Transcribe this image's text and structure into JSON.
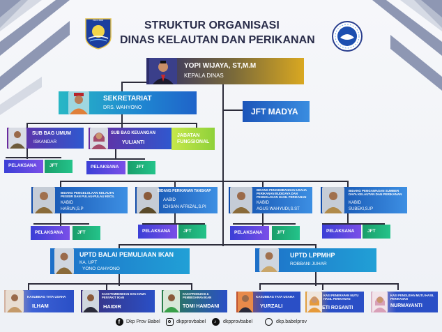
{
  "header": {
    "title_line1": "STRUKTUR ORGANISASI",
    "title_line2": "DINAS KELAUTAN DAN PERIKANAN",
    "left_logo_text": "PROV.BBB"
  },
  "kepala": {
    "name": "YOPI WIJAYA, ST,M.M",
    "title": "KEPALA DINAS"
  },
  "sekretariat": {
    "label": "SEKRETARIAT",
    "name": "DRS. WAHYONO"
  },
  "jft_madya": "JFT MADYA",
  "sub_umum": {
    "label": "SUB BAG UMUM",
    "name": "ISKANDAR"
  },
  "sub_keuangan": {
    "label": "SUB BAG KEUANGAN",
    "name": "YULIANTI"
  },
  "jabatan_fungsional": {
    "line1": "JABATAN",
    "line2": "FUNGSIONAL"
  },
  "pelaksana": "PELAKSANA",
  "jft": "JFT",
  "bidang": [
    {
      "title": "BIDANG PENGELOLAAN KELAUTN PESISIR DAN PULAU-PULAU KECIL",
      "kabid": "KABID",
      "name": "HARUN,S.P"
    },
    {
      "title": "BIDANG PERIKANAN TANGKAP",
      "kabid": "AABID",
      "name": "ICHSAN AFRIZAL,S.PI"
    },
    {
      "title": "BIDANG PENGEMBANGAN USAHA PERIKANAN BUDIDAYA DAN PENGOLAHAN HASIL PERIKANAN",
      "kabid": "KABID",
      "name": "AGUS WAHYUDI,S.ST"
    },
    {
      "title": "BIDANG PENGAWASAN SUMBER DAYA KELAUTAN DAN PERIKANAN",
      "kabid": "KABID",
      "name": "SUBEKI,S.IP"
    }
  ],
  "uptd_bpi": {
    "label": "UPTD BALAI PEMULIAAN IKAN",
    "role": "KA. UPT",
    "name": "YONO CAHYONO"
  },
  "uptd_lppmhp": {
    "label": "UPTD LPPMHP",
    "name": "ROBBANI JUHAR"
  },
  "staff": [
    {
      "role": "KASUBBAG TATA USAHA",
      "name": "ILHAM"
    },
    {
      "role": "KASI PEMBENIHAN DAN HAMA PENYAKIT IKAN",
      "name": "HAIDIR"
    },
    {
      "role": "KASI PRODUKSI & PEMBESARAN IKAN",
      "name": "TOMI HAMDANI"
    },
    {
      "role": "KASUBBAG TATA USAHA",
      "name": "YURZALI"
    },
    {
      "role": "KASI PENERAPAN MUTU HASIL PERIKANAN",
      "name": "ETI ROSANTI"
    },
    {
      "role": "KASI PENGUJIAN MUTU HASIL PERIKANAN",
      "name": "NURMAYANTI"
    }
  ],
  "footer": {
    "facebook": "Dkp Prov Babel",
    "instagram": "dkpprovbabel",
    "tiktok": "dkpprovbabel",
    "web": "dkp.babelprov"
  },
  "colors": {
    "navy": "#24306e",
    "blue": "#1f6fd0",
    "teal": "#23b6bd",
    "purple": "#5a47e0",
    "green": "#22b07a",
    "gold": "#d9a821"
  }
}
